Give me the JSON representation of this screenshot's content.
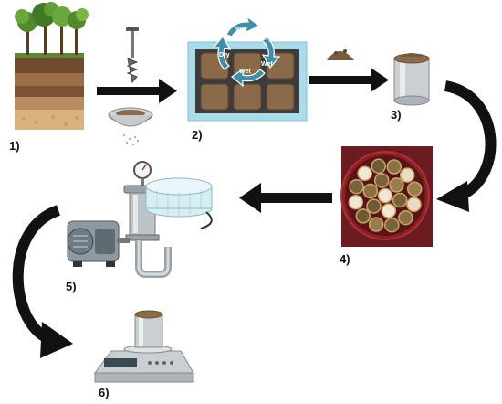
{
  "steps": [
    {
      "label": "1)"
    },
    {
      "label": "2)"
    },
    {
      "label": "3)"
    },
    {
      "label": "4)"
    },
    {
      "label": "5)"
    },
    {
      "label": "6)"
    }
  ],
  "cycle": {
    "labels": [
      "Wet",
      "Dry",
      "Wet",
      "Dry"
    ]
  },
  "colors": {
    "arrow": "#111111",
    "soil": "#8a6a48",
    "soil_dark": "#5e4630",
    "tray_frame": "#a9dce8",
    "tray_body": "#3c3c3c",
    "cycle_arrow": "#3f8fa8",
    "steel": "#bcc4c9",
    "glass": "#d7eef4",
    "pan_red": "#8a1f24"
  },
  "icons": [
    "soil-profile-icon",
    "soil-auger-icon",
    "soil-sieve-icon",
    "wet-dry-tray-icon",
    "soil-pile-icon",
    "soil-core-cylinder-icon",
    "core-samples-photo-icon",
    "pressure-chamber-icon",
    "vacuum-pump-icon",
    "balance-scale-icon"
  ]
}
